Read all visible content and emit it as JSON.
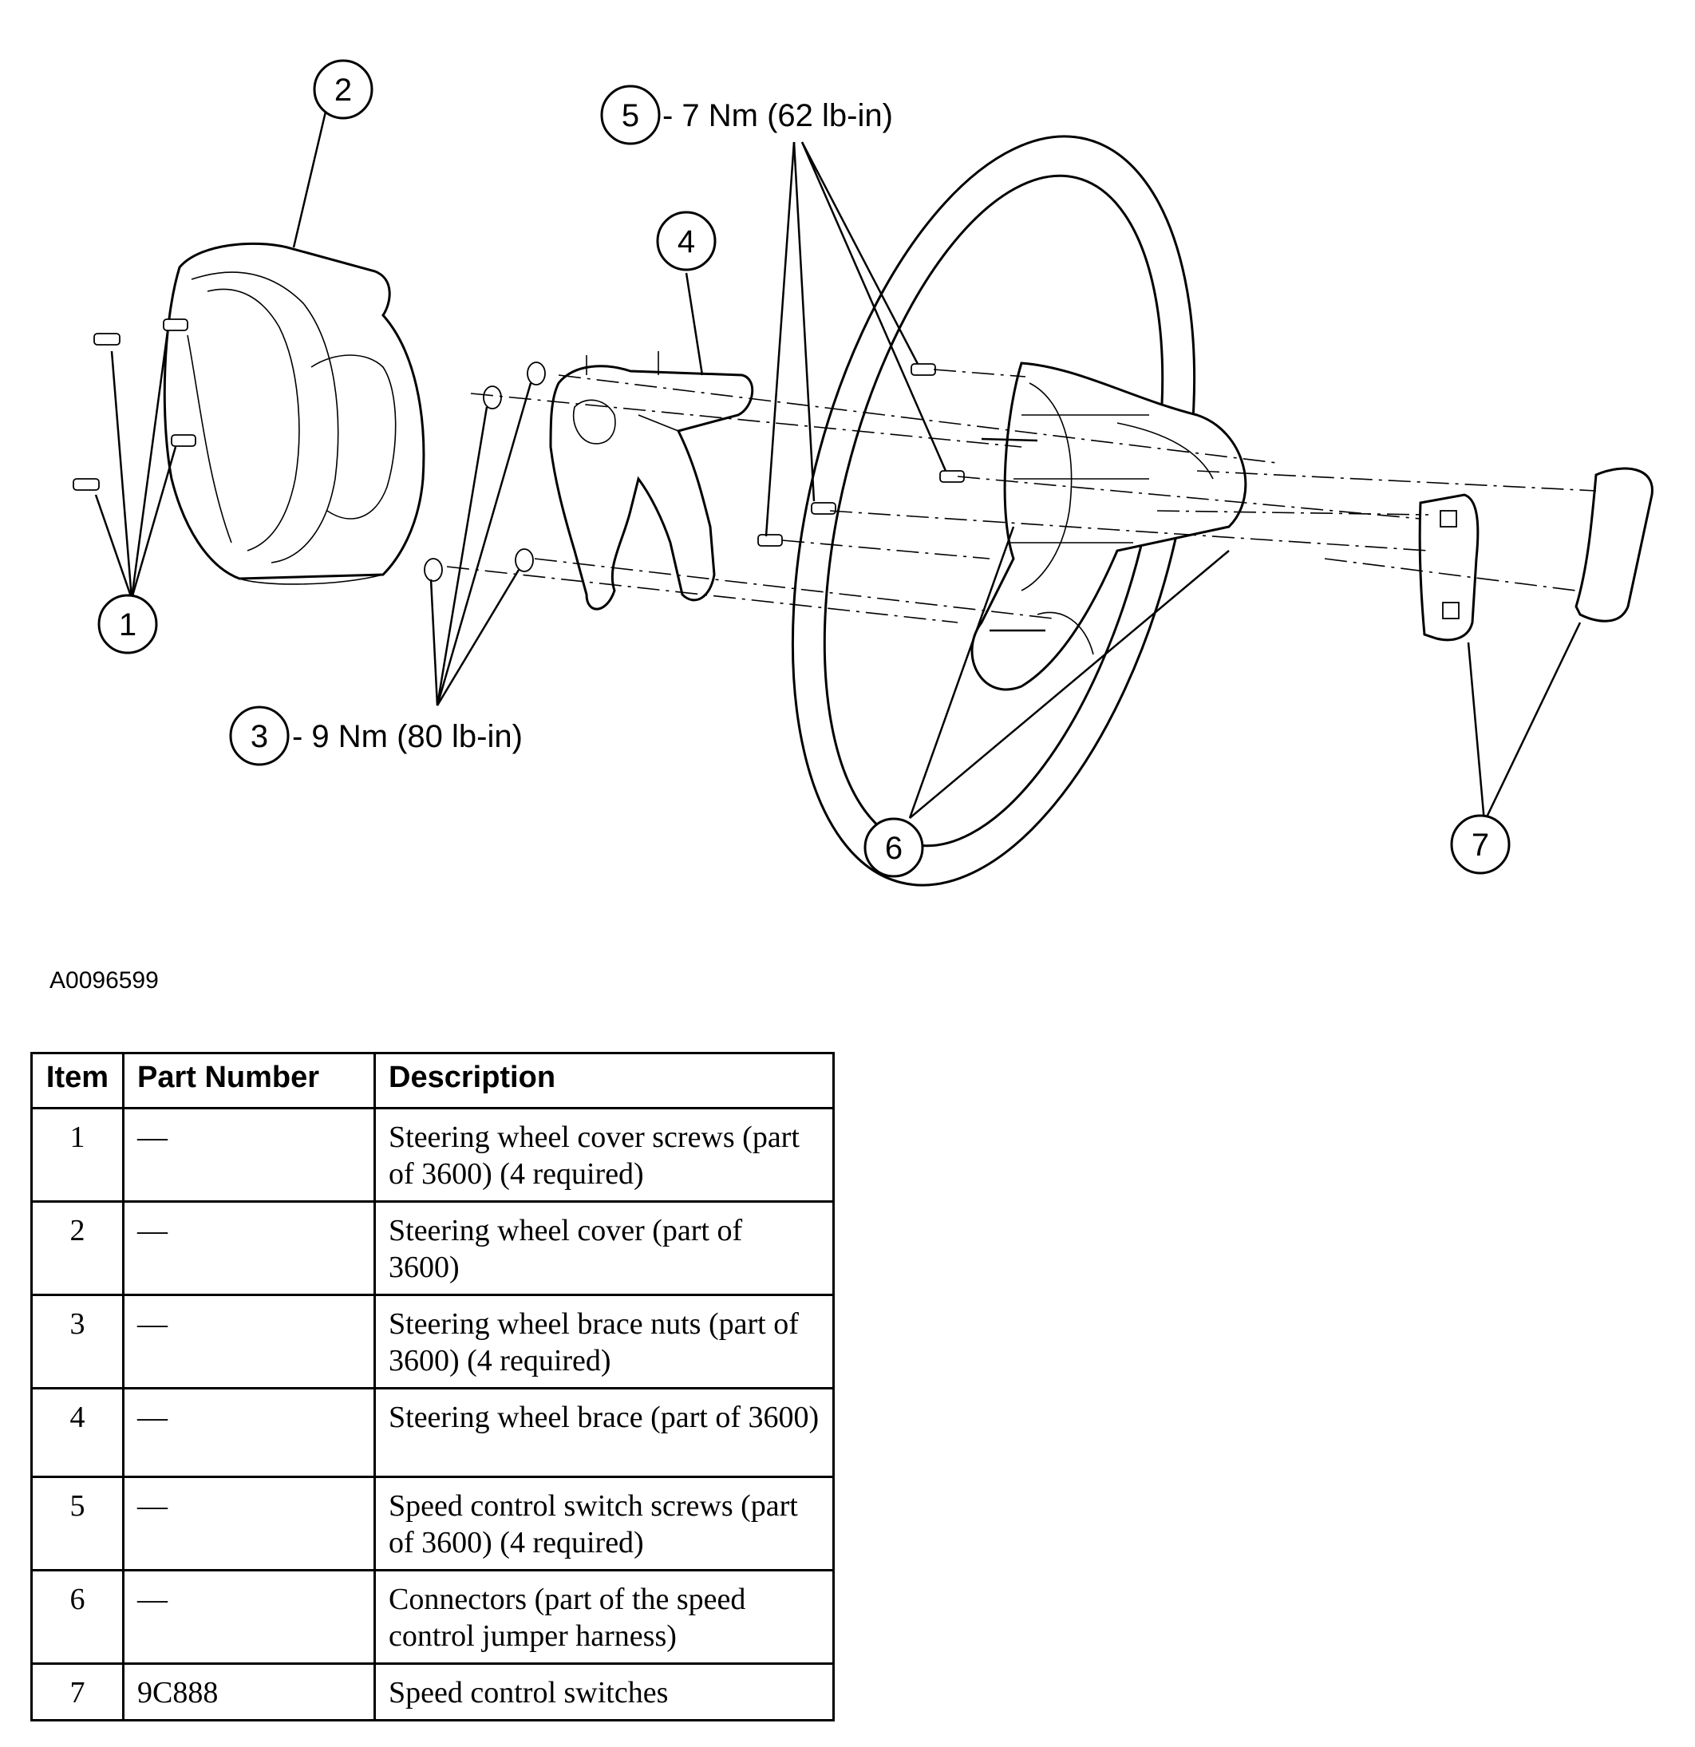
{
  "diagram": {
    "callouts": [
      "1",
      "2",
      "3",
      "4",
      "5",
      "6",
      "7"
    ],
    "torque_3": "- 9 Nm (80 lb-in)",
    "torque_5": "- 7 Nm (62 lb-in)"
  },
  "figure_id": "A0096599",
  "table": {
    "headers": [
      "Item",
      "Part Number",
      "Description"
    ],
    "rows": [
      {
        "item": "1",
        "part_number": "—",
        "description": "Steering wheel cover screws (part of 3600) (4 required)"
      },
      {
        "item": "2",
        "part_number": "—",
        "description": "Steering wheel cover (part of 3600)"
      },
      {
        "item": "3",
        "part_number": "—",
        "description": "Steering wheel brace nuts (part of 3600) (4 required)"
      },
      {
        "item": "4",
        "part_number": "—",
        "description": "Steering wheel brace (part of 3600)"
      },
      {
        "item": "5",
        "part_number": "—",
        "description": "Speed control switch screws (part of 3600) (4 required)"
      },
      {
        "item": "6",
        "part_number": "—",
        "description": "Connectors (part of the speed control jumper harness)"
      },
      {
        "item": "7",
        "part_number": "9C888",
        "description": "Speed control switches"
      }
    ]
  }
}
